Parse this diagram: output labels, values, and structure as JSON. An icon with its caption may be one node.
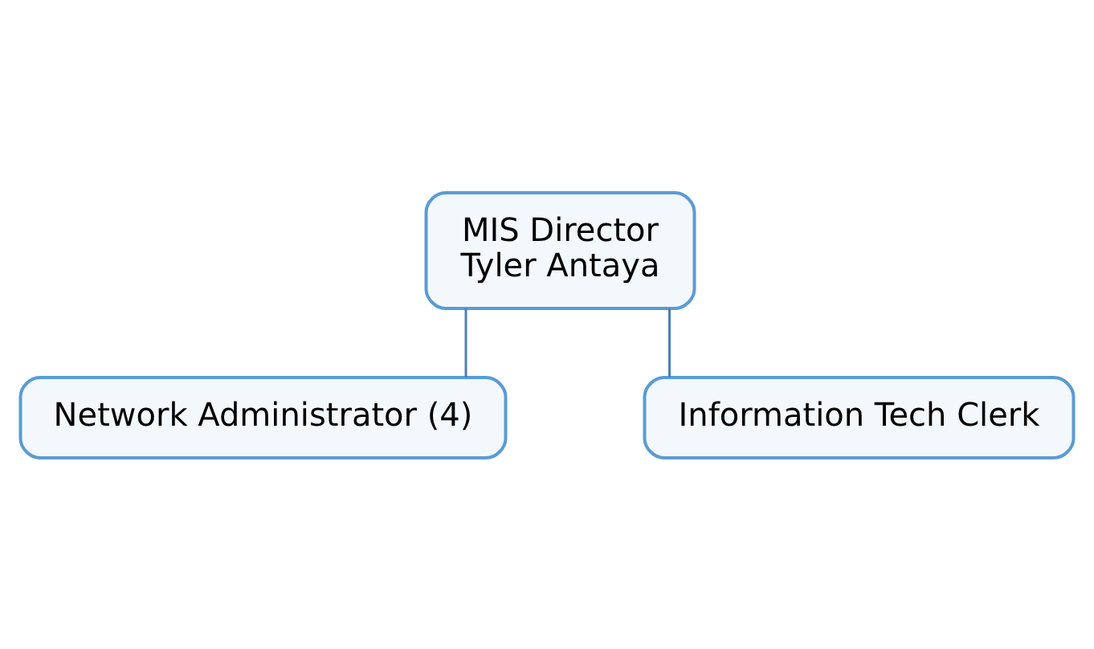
{
  "diagram": {
    "nodes": [
      {
        "text": [
          "MIS Director",
          "Tyler Antaya"
        ]
      },
      {
        "text": [
          "Network Administrator (4)"
        ]
      },
      {
        "text": [
          "Information Tech Clerk"
        ]
      }
    ],
    "edges": [
      {
        "from": 0,
        "to": 1,
        "arrow": "none"
      },
      {
        "from": 0,
        "to": 2,
        "arrow": "none"
      }
    ]
  }
}
